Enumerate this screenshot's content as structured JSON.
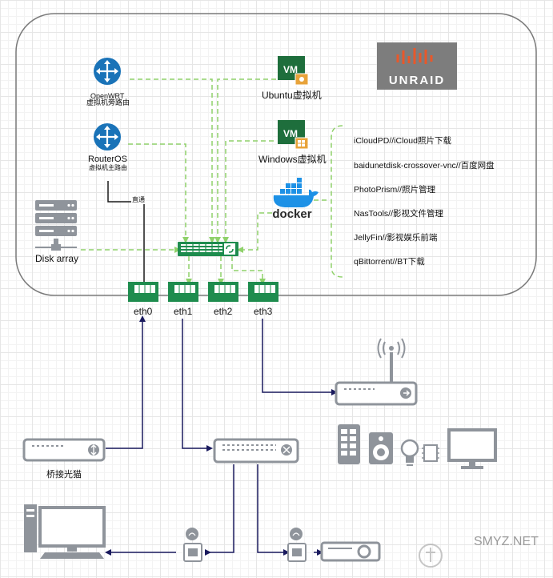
{
  "host": {
    "brand_logo": "UNRAID"
  },
  "routers": {
    "openwrt_name": "OpenWRT",
    "openwrt_caption": "虚拟机旁路由",
    "routeros_name": "RouterOS",
    "routeros_caption": "虚拟机主路由",
    "passthrough_label": "直通"
  },
  "vms": {
    "vm_badge": "VM",
    "ubuntu_label": "Ubuntu虚拟机",
    "windows_label": "Windows虚拟机"
  },
  "docker": {
    "logo_text": "docker",
    "services": [
      "iCloudPD//iCloud照片下载",
      "baidunetdisk-crossover-vnc//百度网盘",
      "PhotoPrism//照片管理",
      "NasTools//影视文件管理",
      "JellyFin//影视娱乐前端",
      "qBittorrent//BT下载"
    ]
  },
  "storage": {
    "label": "Disk array"
  },
  "nics": [
    "eth0",
    "eth1",
    "eth2",
    "eth3"
  ],
  "external": {
    "bridge_modem_label": "桥接光猫"
  },
  "watermark": {
    "text": "SMYZ.NET"
  },
  "colors": {
    "virtual_link": "#8fd16a",
    "physical_link": "#1a1a5e",
    "nic_green": "#1e8c4e",
    "router_blue": "#1a73b8",
    "vm_green": "#1e6e3c",
    "vm_orange": "#e8a33a",
    "device_gray": "#8f949b",
    "unraid_bg": "#7d7d7d",
    "unraid_orange": "#e8582a",
    "docker_blue": "#1d91e6"
  }
}
